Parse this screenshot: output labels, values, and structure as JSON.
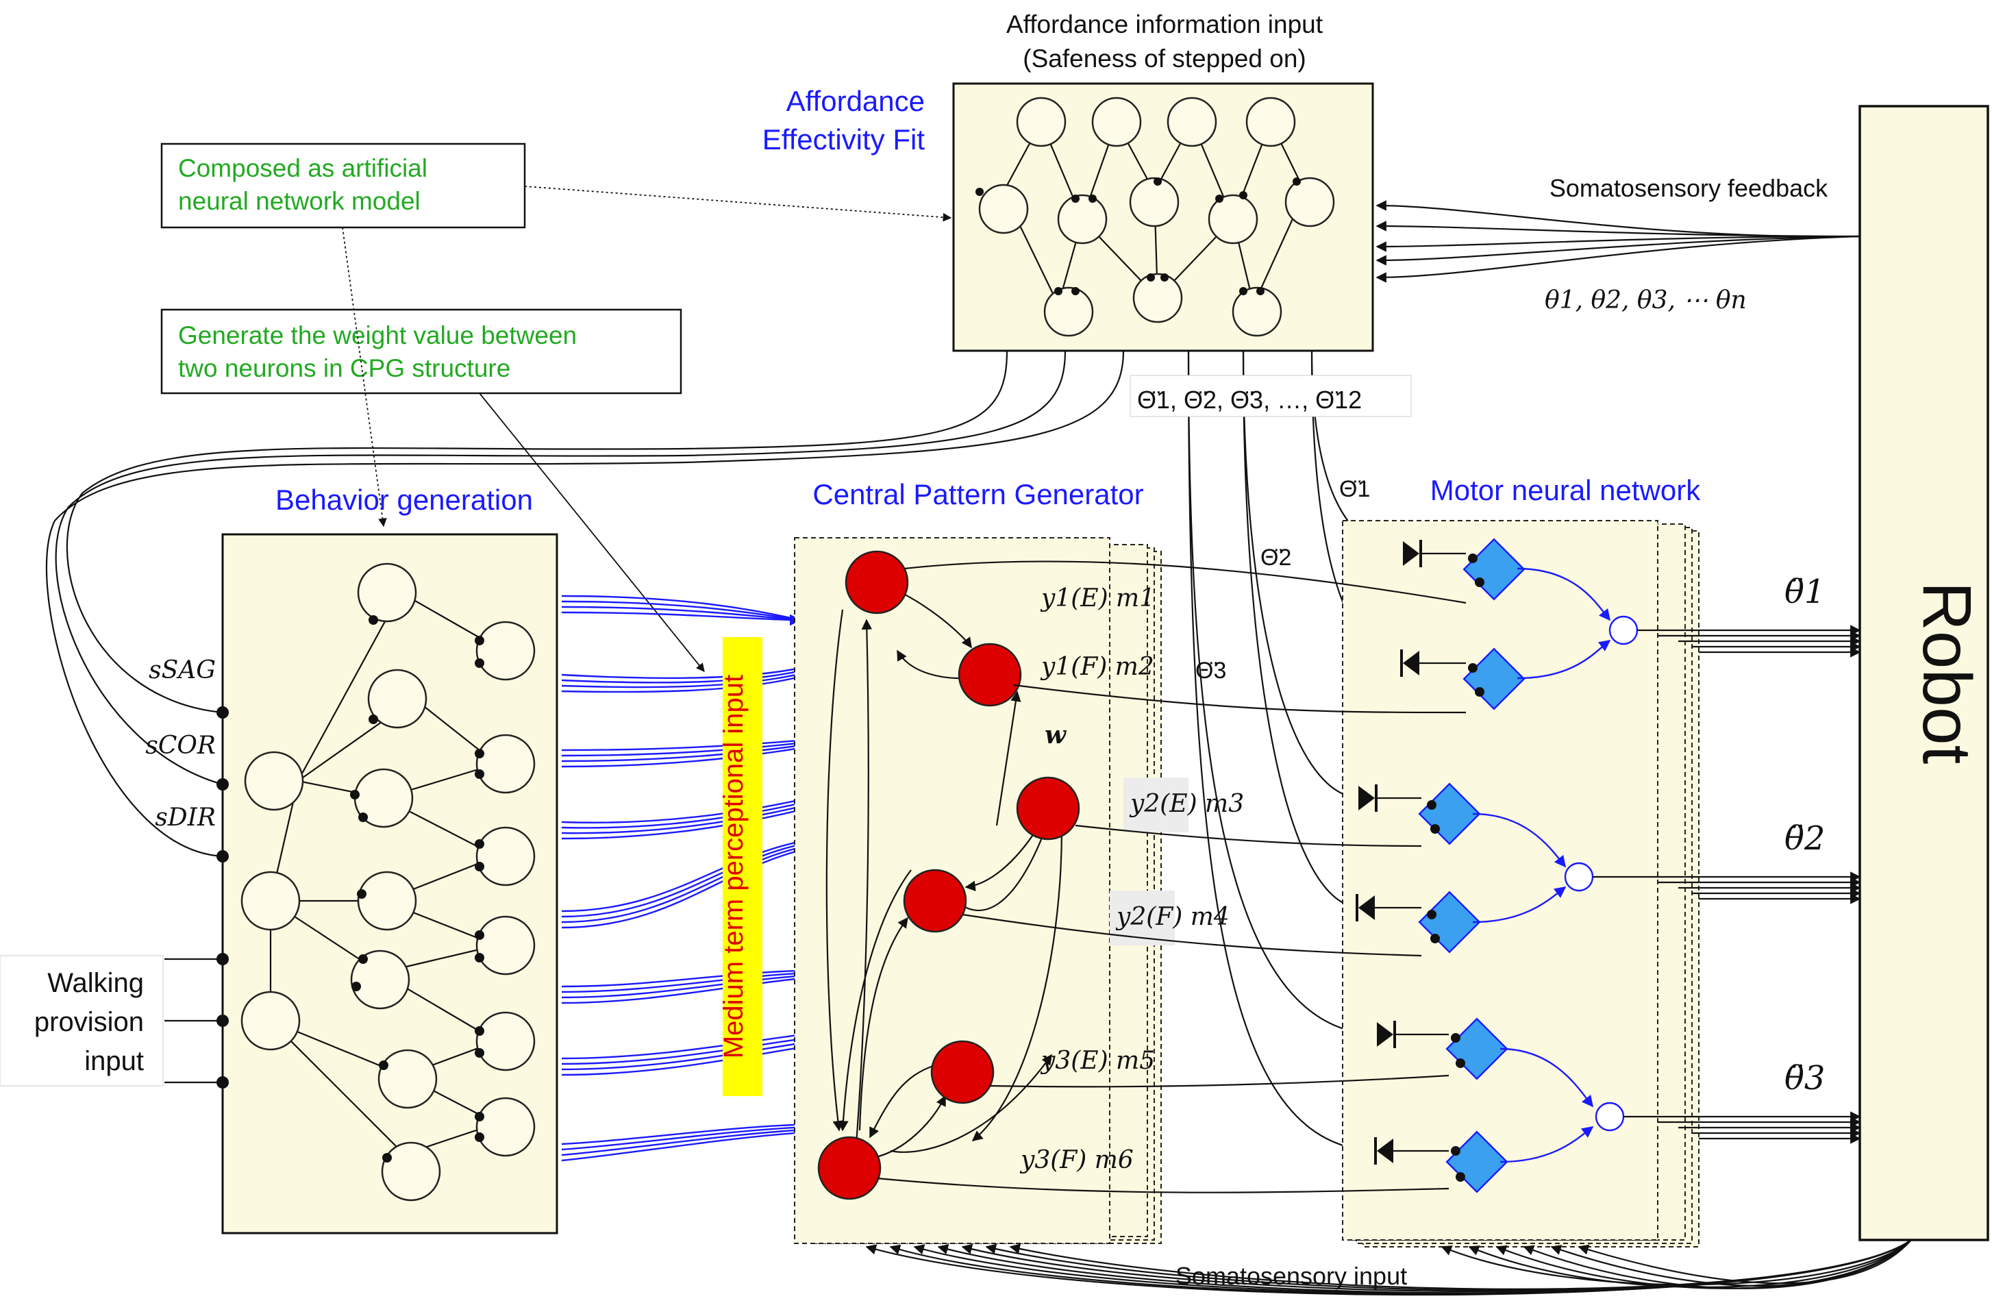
{
  "affordance": {
    "header_line1": "Affordance information input",
    "header_line2": "(Safeness of stepped on)",
    "title_line1": "Affordance",
    "title_line2": "Effectivity Fit"
  },
  "notes": {
    "ann_line1": "Composed as artificial",
    "ann_line2": "neural network model",
    "weight_line1": "Generate the weight value between",
    "weight_line2": "two neurons in CPG structure"
  },
  "sections": {
    "behavior": "Behavior generation",
    "cpg": "Central Pattern Generator",
    "motor": "Motor neural network",
    "medium": "Medium term perceptional input"
  },
  "feedback": {
    "label": "Somatosensory feedback",
    "theta_list": "θ1, θ2, θ3, ⋯ θn",
    "somato_input": "Somatosensory input"
  },
  "accel": {
    "list": "Θ̈1, Θ̈2, Θ̈3, …, Θ̈12",
    "t1": "Θ̈1",
    "t2": "Θ̈2",
    "t3": "Θ̈3"
  },
  "inputs": {
    "s_sag": "sSAG",
    "s_cor": "sCOR",
    "s_dir": "sDIR",
    "walking_line1": "Walking",
    "walking_line2": "provision",
    "walking_line3": "input"
  },
  "cpg_labels": {
    "y1E": "y1(E) m1",
    "y1F": "y1(F) m2",
    "w": "w",
    "y2E": "y2(E) m3",
    "y2F": "y2(F) m4",
    "y3E": "y3(E) m5",
    "y3F": "y3(F) m6"
  },
  "outputs": {
    "o1": "θ̈1",
    "o2": "θ̈2",
    "o3": "θ̈3"
  },
  "robot": {
    "label": "Robot"
  },
  "colors": {
    "blue_title": "#1a1aff",
    "green_note": "#22aa22",
    "cpg_neuron": "#dd0000",
    "motor_neuron": "#3aa0ef",
    "panel_fill": "#fbf9df",
    "highlight": "#ffff00"
  }
}
